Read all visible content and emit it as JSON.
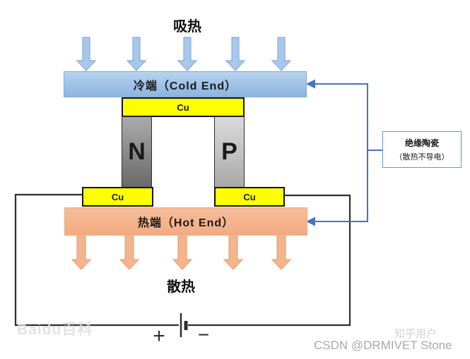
{
  "title": "Thermoelectric cooler (Peltier) schematic",
  "labels": {
    "absorb_heat": "吸热",
    "cold_end": "冷端（Cold End）",
    "cu": "Cu",
    "n_pillar": "N",
    "p_pillar": "P",
    "hot_end": "热端（Hot End）",
    "dissipate_heat": "散热",
    "battery_plus": "+",
    "battery_minus": "−"
  },
  "callout": {
    "title": "绝缘陶瓷",
    "subtitle": "（散热不导电）"
  },
  "watermarks": {
    "baidu": "Baidu百科",
    "zhihu": "知乎用户",
    "csdn": "CSDN @DRMIVET Stone"
  },
  "colors": {
    "cold_end_fill": "#9fc2e7",
    "hot_end_fill": "#f2ab82",
    "copper_fill": "#ffff00",
    "n_pillar_fill": "#8a8a8a",
    "p_pillar_fill": "#c3c3c3",
    "blue_arrow_fill": "#a9c7e9",
    "orange_arrow_fill": "#f5b48e",
    "connector_blue": "#4472c4",
    "callout_border": "#5b9bd5",
    "wire_black": "#2e2e2e",
    "background": "#ffffff"
  }
}
